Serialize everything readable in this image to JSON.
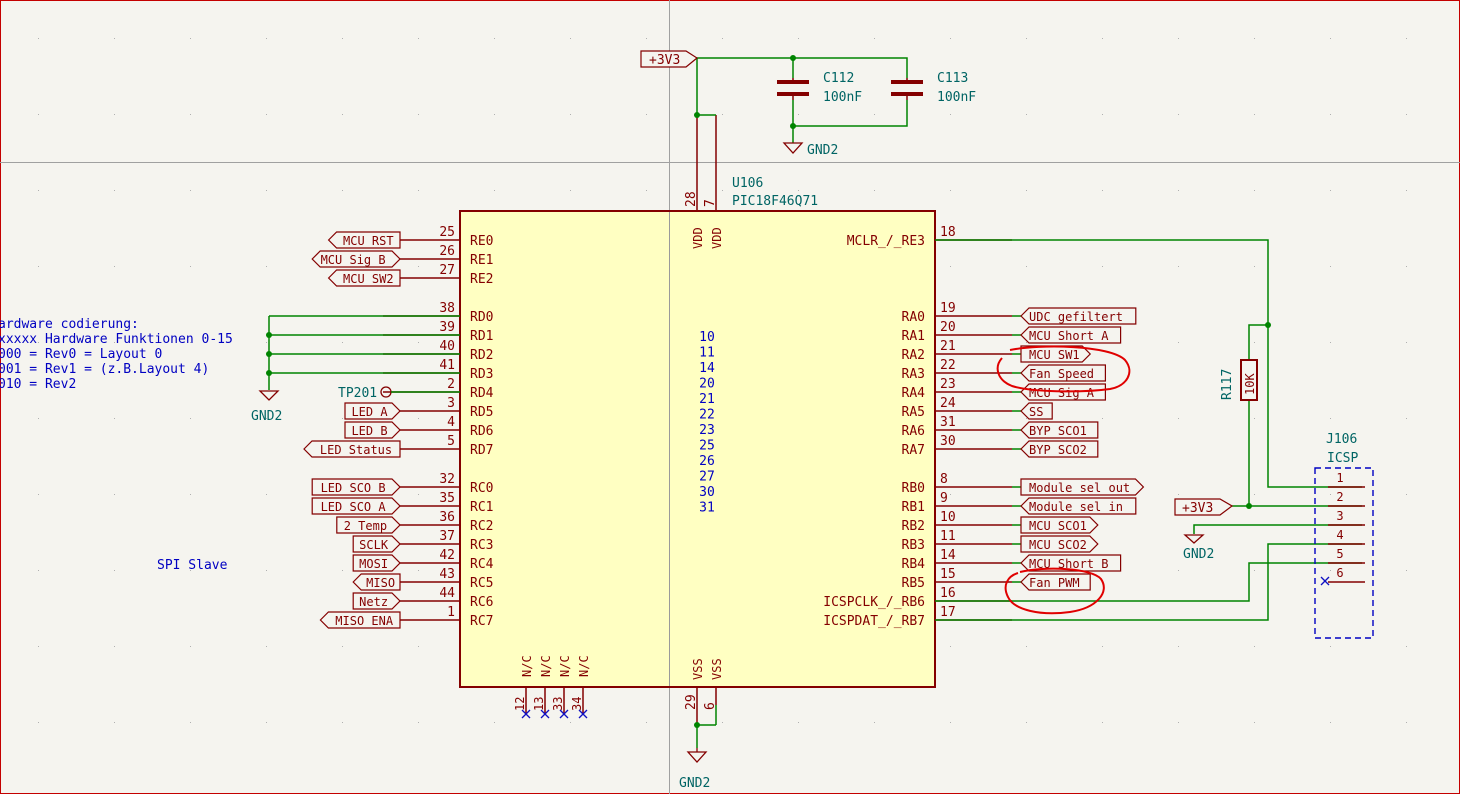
{
  "colors": {
    "background": "#f5f4ef",
    "wire": "#008400",
    "body_outline": "#840000",
    "body_fill": "#ffffc2",
    "pin_text": "#840000",
    "ref_text": "#006464",
    "power_text": "#006464",
    "note_text": "#0000c2",
    "annotation": "#e00000",
    "frame": "#c40000",
    "connector_outline": "#0000c2"
  },
  "ic": {
    "ref": "U106",
    "value": "PIC18F46Q71",
    "vdd_pins": [
      {
        "num": "28",
        "name": "VDD"
      },
      {
        "num": "7",
        "name": "VDD"
      }
    ],
    "vss_pins": [
      {
        "num": "29",
        "name": "VSS"
      },
      {
        "num": "6",
        "name": "VSS"
      }
    ],
    "nc_pins": [
      {
        "num": "12",
        "name": "N/C"
      },
      {
        "num": "13",
        "name": "N/C"
      },
      {
        "num": "33",
        "name": "N/C"
      },
      {
        "num": "34",
        "name": "N/C"
      }
    ],
    "center_numbers": [
      "10",
      "11",
      "14",
      "20",
      "21",
      "22",
      "23",
      "25",
      "26",
      "27",
      "30",
      "31"
    ],
    "left_pins": [
      {
        "name": "RE0",
        "num": "25",
        "label": "MCU_RST"
      },
      {
        "name": "RE1",
        "num": "26",
        "label": "MCU_Sig_B"
      },
      {
        "name": "RE2",
        "num": "27",
        "label": "MCU_SW2"
      },
      {
        "name": "RD0",
        "num": "38",
        "label": ""
      },
      {
        "name": "RD1",
        "num": "39",
        "label": ""
      },
      {
        "name": "RD2",
        "num": "40",
        "label": ""
      },
      {
        "name": "RD3",
        "num": "41",
        "label": ""
      },
      {
        "name": "RD4",
        "num": "2",
        "label": ""
      },
      {
        "name": "RD5",
        "num": "3",
        "label": "LED A"
      },
      {
        "name": "RD6",
        "num": "4",
        "label": "LED B"
      },
      {
        "name": "RD7",
        "num": "5",
        "label": "LED_Status"
      },
      {
        "name": "RC0",
        "num": "32",
        "label": "LED SCO B"
      },
      {
        "name": "RC1",
        "num": "35",
        "label": "LED SCO A"
      },
      {
        "name": "RC2",
        "num": "36",
        "label": "2_Temp"
      },
      {
        "name": "RC3",
        "num": "37",
        "label": "SCLK"
      },
      {
        "name": "RC4",
        "num": "42",
        "label": "MOSI"
      },
      {
        "name": "RC5",
        "num": "43",
        "label": "MISO"
      },
      {
        "name": "RC6",
        "num": "44",
        "label": "Netz"
      },
      {
        "name": "RC7",
        "num": "1",
        "label": "MISO_ENA"
      }
    ],
    "right_pins": [
      {
        "name": "MCLR_/_RE3",
        "num": "18",
        "label": ""
      },
      {
        "name": "RA0",
        "num": "19",
        "label": "UDC_gefiltert"
      },
      {
        "name": "RA1",
        "num": "20",
        "label": "MCU_Short_A"
      },
      {
        "name": "RA2",
        "num": "21",
        "label": "MCU_SW1"
      },
      {
        "name": "RA3",
        "num": "22",
        "label": "Fan_Speed"
      },
      {
        "name": "RA4",
        "num": "23",
        "label": "MCU_Sig_A"
      },
      {
        "name": "RA5",
        "num": "24",
        "label": "SS"
      },
      {
        "name": "RA6",
        "num": "31",
        "label": "BYP_SCO1"
      },
      {
        "name": "RA7",
        "num": "30",
        "label": "BYP_SCO2"
      },
      {
        "name": "RB0",
        "num": "8",
        "label": "Module_sel_out"
      },
      {
        "name": "RB1",
        "num": "9",
        "label": "Module_sel_in"
      },
      {
        "name": "RB2",
        "num": "10",
        "label": "MCU_SCO1"
      },
      {
        "name": "RB3",
        "num": "11",
        "label": "MCU_SCO2"
      },
      {
        "name": "RB4",
        "num": "14",
        "label": "MCU_Short_B"
      },
      {
        "name": "RB5",
        "num": "15",
        "label": "Fan_PWM"
      },
      {
        "name": "ICSPCLK_/_RB6",
        "num": "16",
        "label": ""
      },
      {
        "name": "ICSPDAT_/_RB7",
        "num": "17",
        "label": ""
      }
    ]
  },
  "capacitors": [
    {
      "ref": "C112",
      "value": "100nF"
    },
    {
      "ref": "C113",
      "value": "100nF"
    }
  ],
  "power": {
    "top_label": "+3V3",
    "icsp_label": "+3V3",
    "gnd_caps": "GND2",
    "gnd_rd": "GND2",
    "gnd_icsp": "GND2",
    "gnd_bottom": "GND2"
  },
  "testpoint": {
    "ref": "TP201"
  },
  "resistor": {
    "ref": "R117",
    "value": "10K"
  },
  "connector": {
    "ref": "J106",
    "value": "ICSP",
    "pins": [
      "1",
      "2",
      "3",
      "4",
      "5",
      "6"
    ]
  },
  "notes": {
    "spi": "SPI Slave",
    "coding": [
      "ardware codierung:",
      "xxxxx  Hardware Funktionen 0-15",
      "000 = Rev0 = Layout 0",
      "001 = Rev1 = (z.B.Layout 4)",
      "010 = Rev2"
    ]
  },
  "highlighted_labels": [
    "MCU_SW1 + Fan_Speed",
    "Fan_PWM"
  ]
}
